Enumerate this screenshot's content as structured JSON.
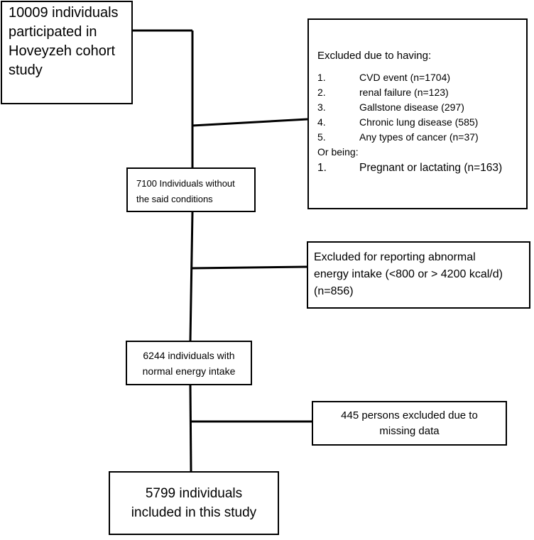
{
  "boxes": {
    "start": {
      "lines": [
        "10009 individuals",
        "participated in",
        "Hoveyzeh cohort",
        "study"
      ]
    },
    "exclusion1": {
      "heading": "Excluded due to having:",
      "items": [
        {
          "num": "1.",
          "text": "CVD event (n=1704)"
        },
        {
          "num": "2.",
          "text": "renal failure (n=123)"
        },
        {
          "num": "3.",
          "text": "Gallstone disease (297)"
        },
        {
          "num": "4.",
          "text": "Chronic lung disease (585)"
        },
        {
          "num": "5.",
          "text": "Any types of cancer (n=37)"
        }
      ],
      "or_being": "Or being:",
      "extra": {
        "num": "1.",
        "text": "Pregnant or lactating (n=163)"
      }
    },
    "step2": {
      "lines": [
        "7100 Individuals without",
        "the said conditions"
      ]
    },
    "exclusion2": {
      "lines": [
        "Excluded for reporting abnormal",
        "energy intake (<800 or > 4200 kcal/d)",
        "(n=856)"
      ]
    },
    "step3": {
      "lines": [
        "6244 individuals with",
        "normal energy intake"
      ]
    },
    "exclusion3": {
      "lines": [
        "445 persons excluded due to",
        "missing data"
      ]
    },
    "final": {
      "lines": [
        "5799 individuals",
        "included in this study"
      ]
    }
  }
}
